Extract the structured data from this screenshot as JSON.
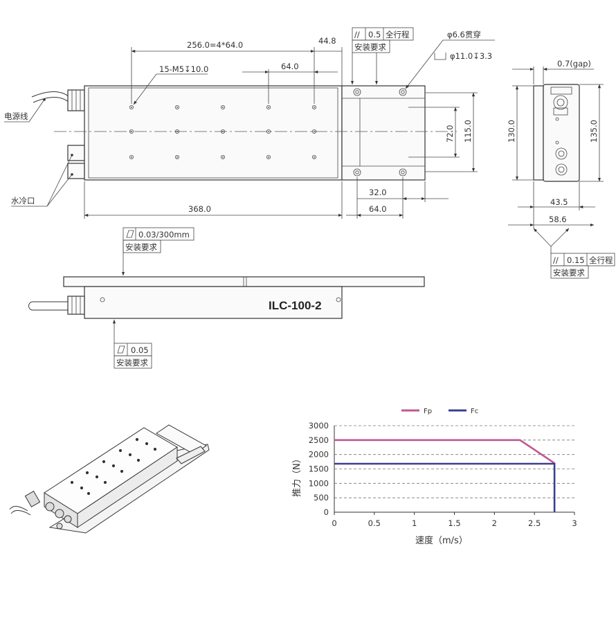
{
  "top_view": {
    "dim_pitch": "256.0=4*64.0",
    "dim_end": "44.8",
    "dim_hole_pitch": "64.0",
    "holes_label": "15-M5↧10.0",
    "dim_total": "368.0",
    "dim_slider_hole_x": "32.0",
    "dim_slider_pitch": "64.0",
    "dim_hole_span": "72.0",
    "dim_slider_width": "115.0",
    "flatness": {
      "symbol": "//",
      "value": "0.5",
      "scope": "全行程",
      "note": "安装要求"
    },
    "through_hole": "φ6.6贯穿",
    "counterbore": "φ11.0↧3.3",
    "cable_label": "电源线",
    "cooling_label": "水冷口"
  },
  "side_view": {
    "flatness_top": {
      "value": "0.03/300mm",
      "note": "安装要求"
    },
    "model": "ILC-100-2",
    "flatness_bottom": {
      "value": "0.05",
      "note": "安装要求"
    }
  },
  "end_view": {
    "gap": "0.7(gap)",
    "height": "130.0",
    "total_height": "135.0",
    "dim_a": "43.5",
    "dim_b": "58.6",
    "parallel": {
      "symbol": "//",
      "value": "0.15",
      "scope": "全行程",
      "note": "安装要求"
    }
  },
  "chart_data": {
    "type": "line",
    "xlabel": "速度（m/s）",
    "ylabel": "推力（N）",
    "xlim": [
      0,
      3
    ],
    "ylim": [
      0,
      3000
    ],
    "xticks": [
      0,
      0.5,
      1,
      1.5,
      2,
      2.5,
      3
    ],
    "xtick_labels": [
      "0",
      "0.5",
      "1",
      "1.5",
      "2",
      "2.5",
      "3"
    ],
    "yticks": [
      0,
      500,
      1000,
      1500,
      2000,
      2500,
      3000
    ],
    "ytick_labels": [
      "0",
      "500",
      "1000",
      "1500",
      "2000",
      "2500",
      "3000"
    ],
    "grid": "horizontal-dashed",
    "legend_position": "top",
    "series": [
      {
        "name": "Fp",
        "color": "#c1578f",
        "points": [
          [
            0,
            2500
          ],
          [
            2.32,
            2500
          ],
          [
            2.75,
            1700
          ]
        ]
      },
      {
        "name": "Fc",
        "color": "#3b3f8c",
        "points": [
          [
            0,
            1680
          ],
          [
            2.75,
            1680
          ],
          [
            2.75,
            0
          ]
        ]
      }
    ]
  }
}
